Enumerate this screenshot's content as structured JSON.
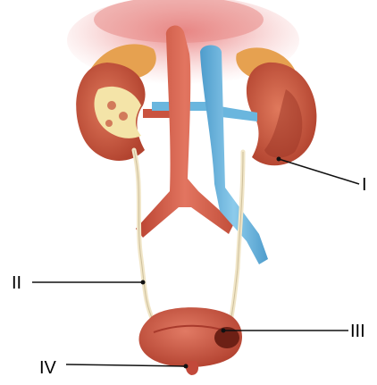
{
  "labels": {
    "I": "I",
    "II": "II",
    "III": "III",
    "IV": "IV"
  },
  "colors": {
    "kidney": "#d2604a",
    "kidney_dark": "#a83a2c",
    "adrenal": "#e8a050",
    "aorta": "#d9644f",
    "vena_cava": "#6ab6de",
    "ureter": "#f1e6c8",
    "bladder": "#d05a48",
    "pelvis": "#f5e6a8",
    "leader_line": "#111111"
  }
}
